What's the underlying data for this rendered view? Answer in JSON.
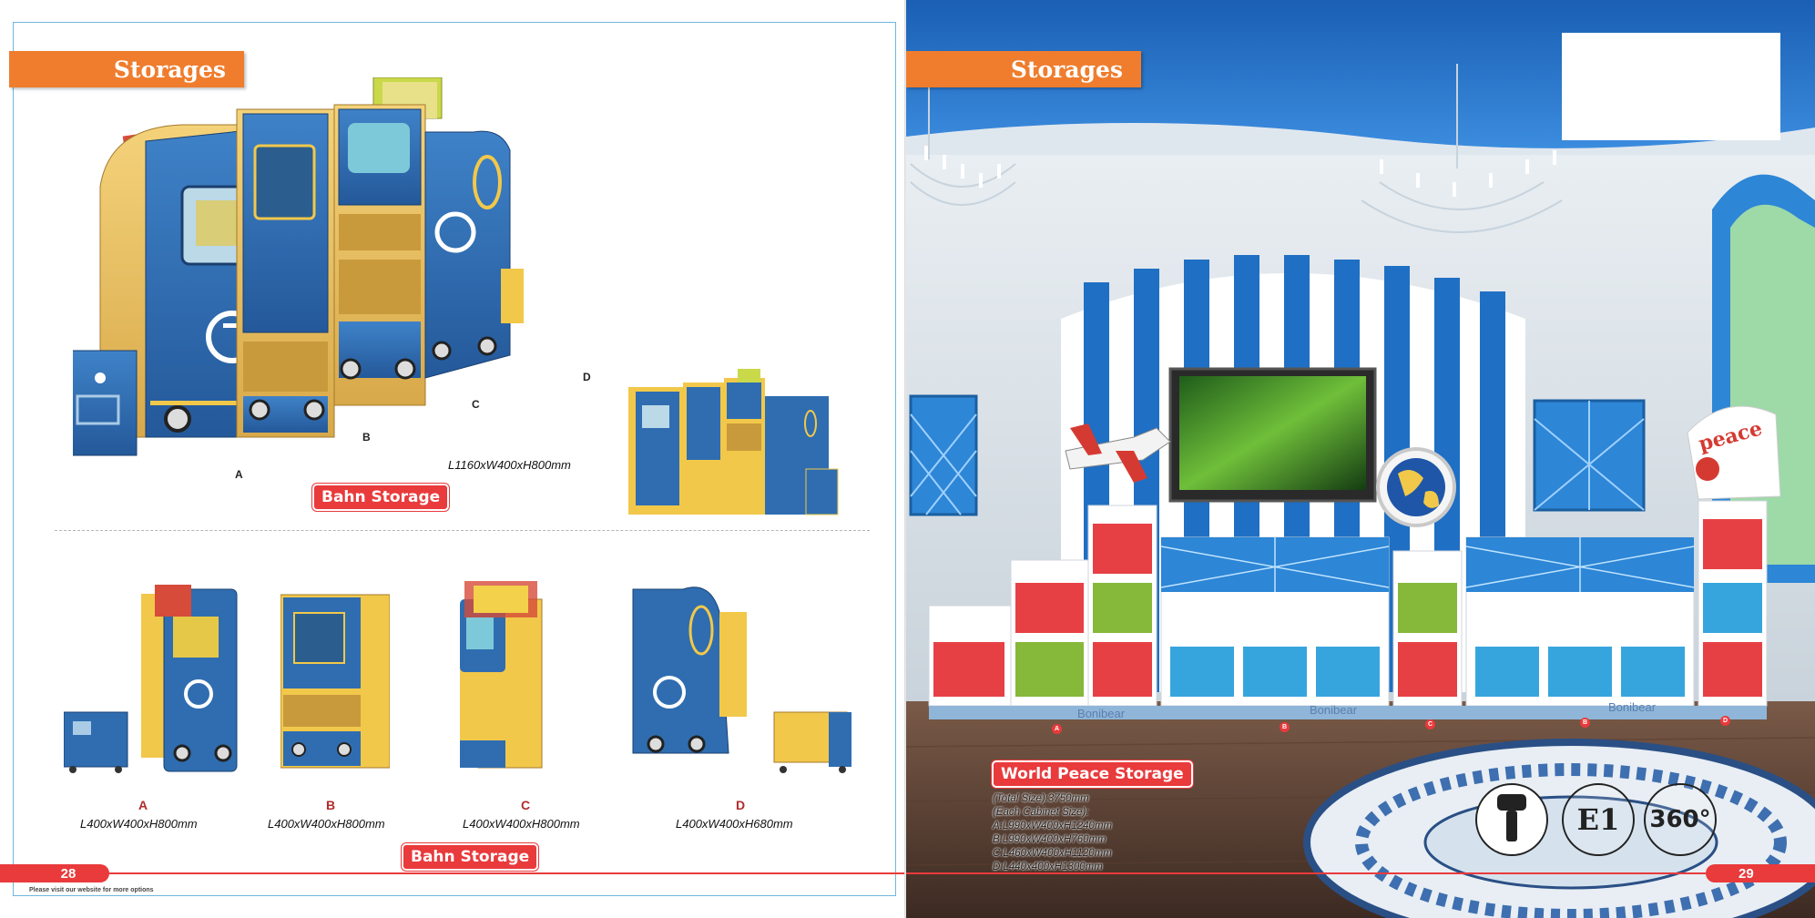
{
  "left_page": {
    "section_tag": "Storages",
    "top_product": {
      "name_label": "Bahn Storage",
      "dimensions": "L1160xW400xH800mm",
      "parts": [
        "A",
        "B",
        "C",
        "D"
      ]
    },
    "bottom_product": {
      "name_label": "Bahn Storage",
      "modules": [
        {
          "letter": "A",
          "dimensions": "L400xW400xH800mm"
        },
        {
          "letter": "B",
          "dimensions": "L400xW400xH800mm"
        },
        {
          "letter": "C",
          "dimensions": "L400xW400xH800mm"
        },
        {
          "letter": "D",
          "dimensions": "L400xW400xH680mm"
        }
      ]
    },
    "page_number": "28",
    "footer_note": "Please visit our website for more options"
  },
  "right_page": {
    "section_tag": "Storages",
    "product_label": "World Peace Storage",
    "specs": [
      "(Total Size):3750mm",
      "(Each Cabinet Size):",
      "A:L990xW400xH1240mm",
      "B:L990xW400xH760mm",
      "C:L460xW400xH1120mm",
      "D:L440x400xH1300mm"
    ],
    "cabinet_letters": [
      "A",
      "B",
      "C",
      "B",
      "D"
    ],
    "brand_text": "Bonibear",
    "peace_sign": "peace",
    "badges": {
      "e1": "E1",
      "rotation": "360°"
    },
    "page_number": "29"
  },
  "colors": {
    "orange_tag": "#ef7d2d",
    "red_label": "#e93a3c",
    "train_blue": "#2f6db0",
    "train_yellow": "#f2c84a",
    "room_blue": "#1f6fc4"
  }
}
